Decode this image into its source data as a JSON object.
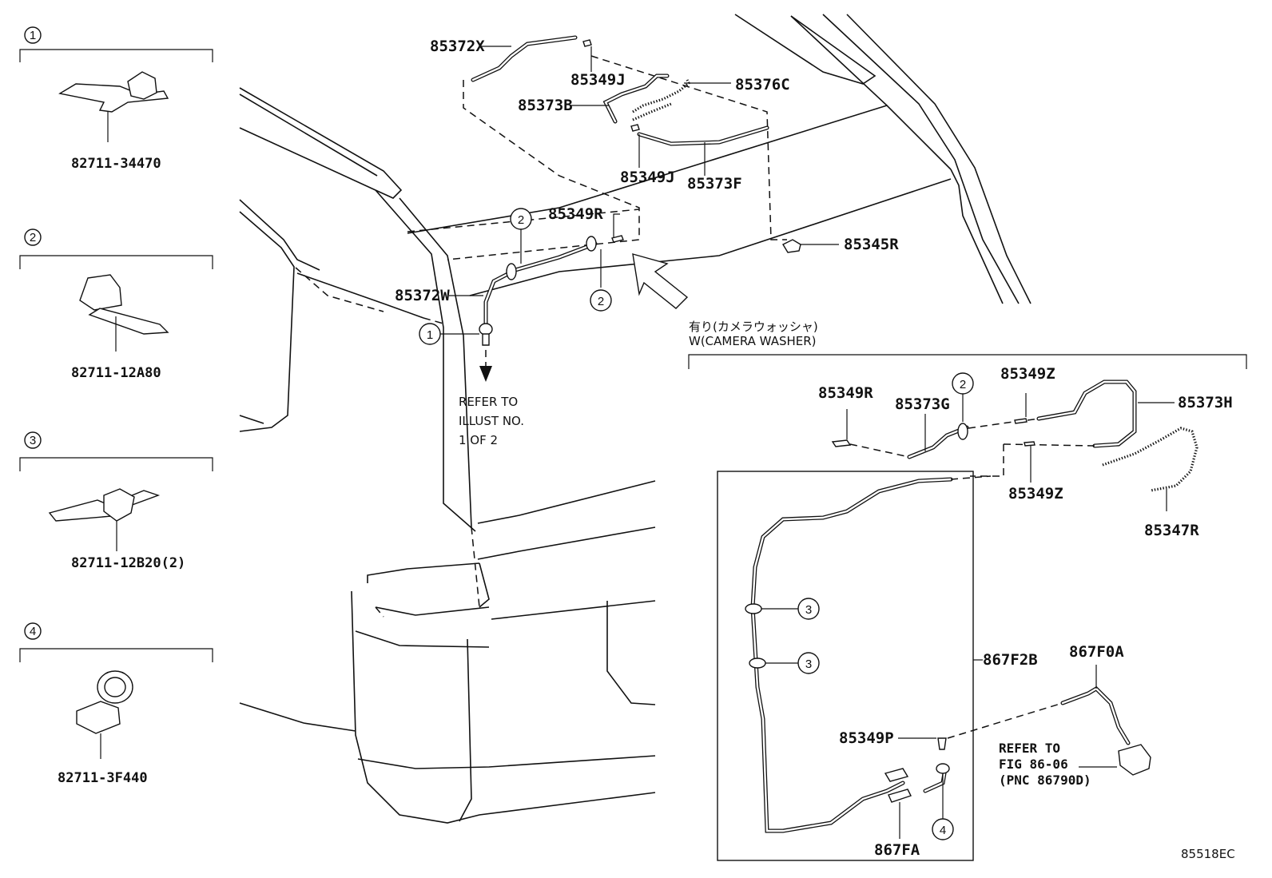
{
  "legend": [
    {
      "num": "1",
      "part": "82711-34470"
    },
    {
      "num": "2",
      "part": "82711-12A80"
    },
    {
      "num": "3",
      "part": "82711-12B20(2)"
    },
    {
      "num": "4",
      "part": "82711-3F440"
    }
  ],
  "labels": {
    "p85372X": "85372X",
    "p85349J_a": "85349J",
    "p85376C": "85376C",
    "p85373B": "85373B",
    "p85349J_b": "85349J",
    "p85373F": "85373F",
    "p85349R_a": "85349R",
    "p85345R": "85345R",
    "p85372W": "85372W",
    "p85349R_b": "85349R",
    "p85373G": "85373G",
    "p85349Z_a": "85349Z",
    "p85373H": "85373H",
    "p85349Z_b": "85349Z",
    "p85347R": "85347R",
    "p867F2B": "867F2B",
    "p867F0A": "867F0A",
    "p85349P": "85349P",
    "p867FA": "867FA"
  },
  "callouts": {
    "c1": "1",
    "c2a": "2",
    "c2b": "2",
    "c2c": "2",
    "c3a": "3",
    "c3b": "3",
    "c4": "4"
  },
  "refer1": [
    "REFER TO",
    "ILLUST NO.",
    "1 OF 2"
  ],
  "refer2": [
    "REFER TO",
    "FIG 86-06",
    "(PNC 86790D)"
  ],
  "camera_section": {
    "line1": "有り(カメラウォッシャ)",
    "line2": "W(CAMERA WASHER)"
  },
  "figure_code": "85518EC"
}
